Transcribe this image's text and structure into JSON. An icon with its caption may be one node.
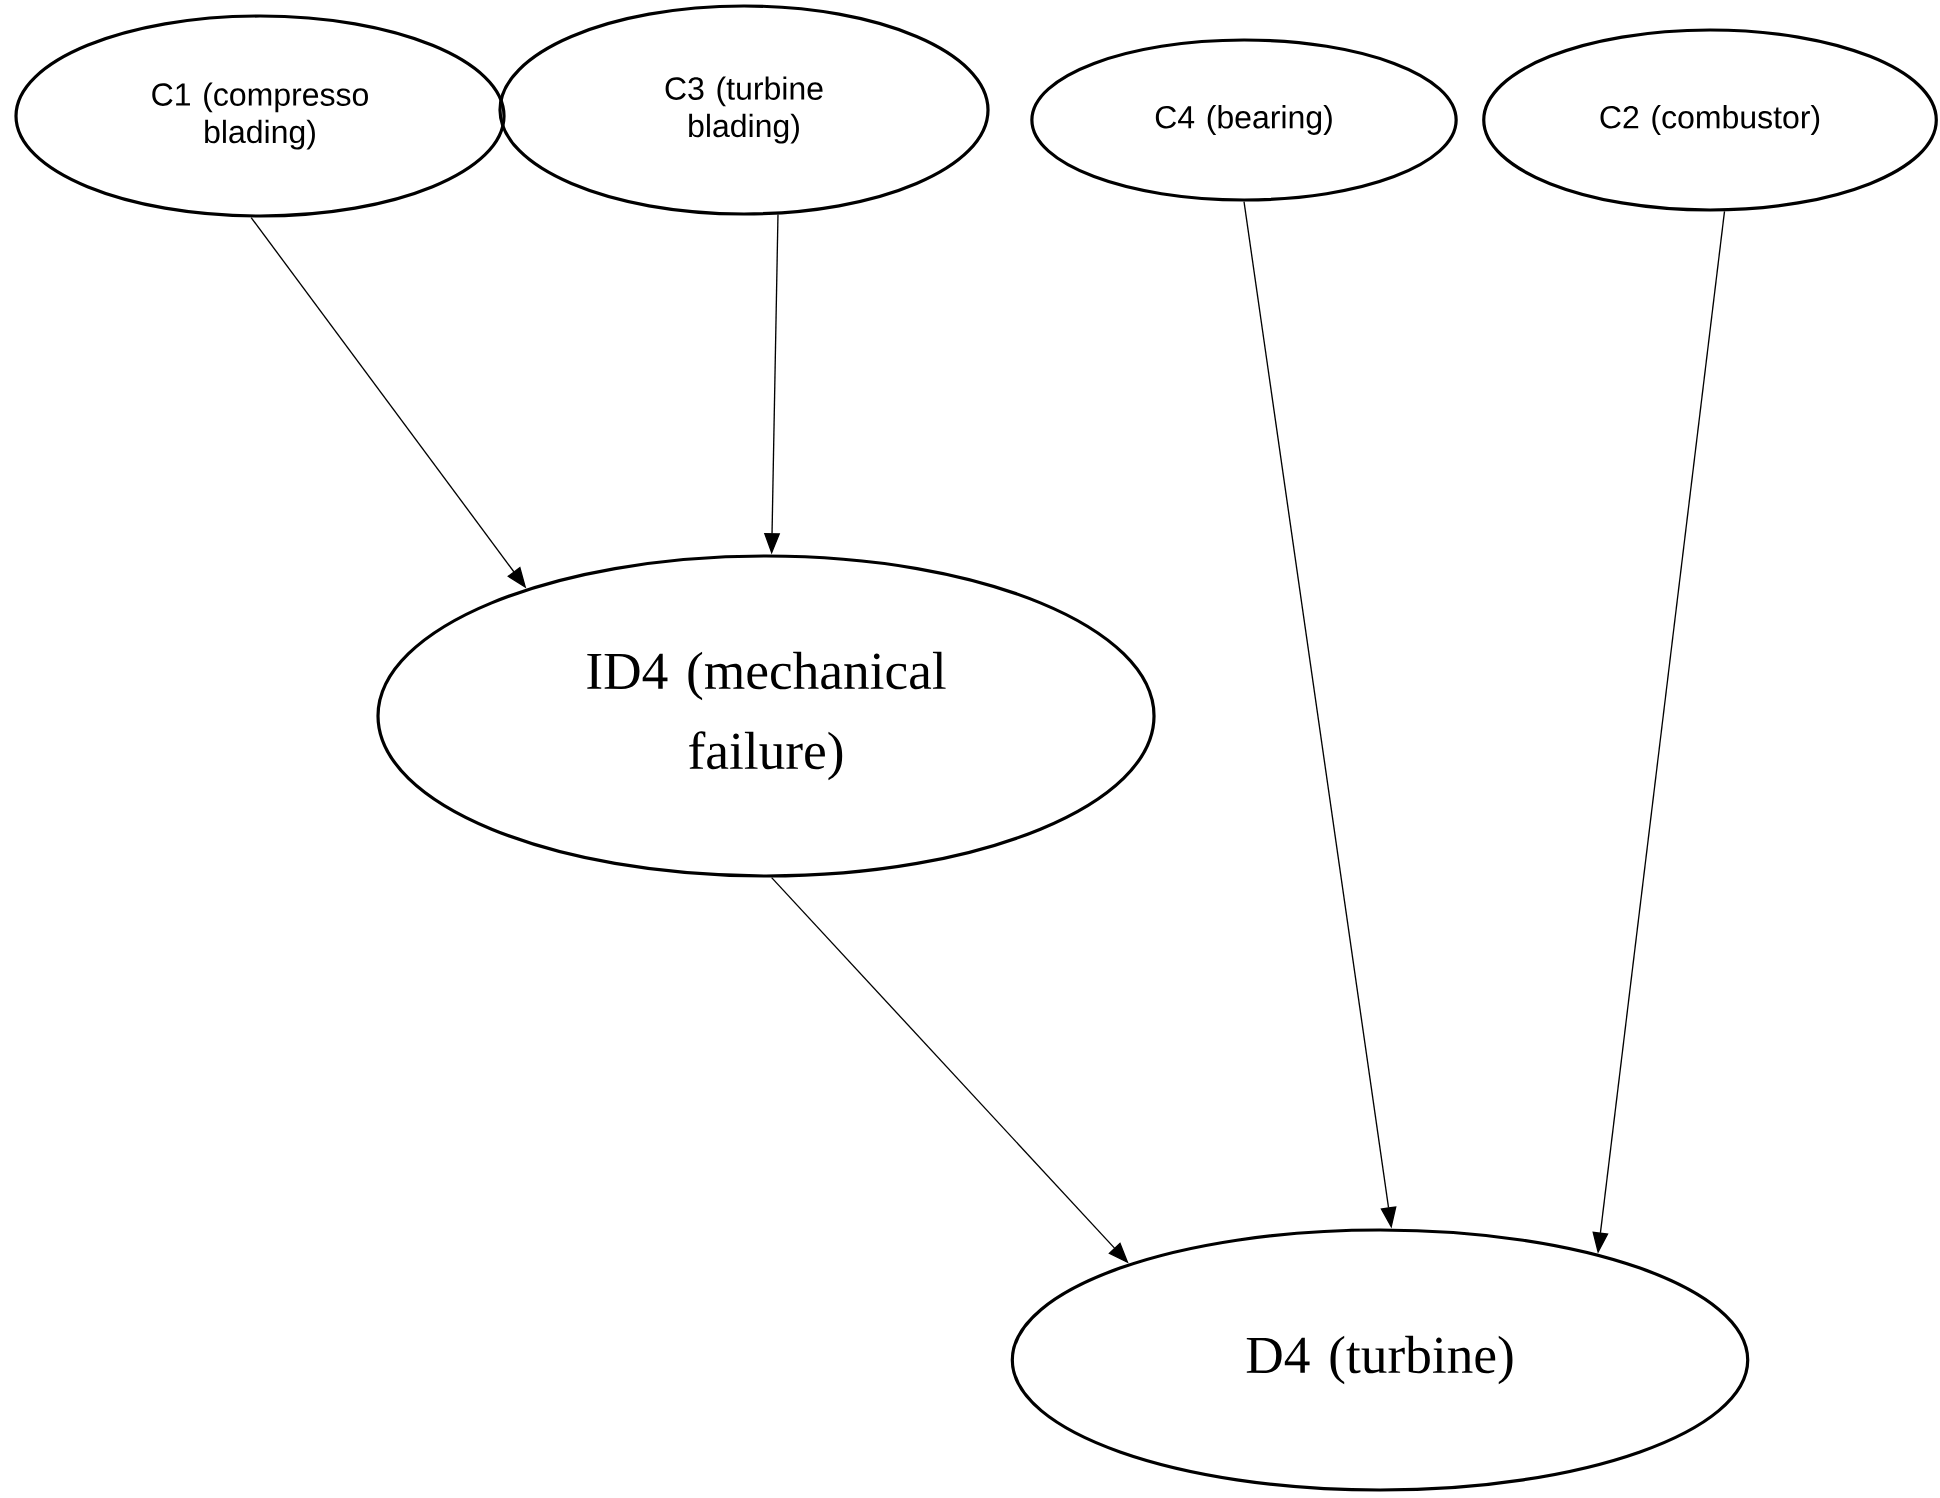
{
  "diagram": {
    "nodes": [
      {
        "text": [
          "C1 (compresso blading)"
        ]
      },
      {
        "text": [
          "C3 (turbine blading)"
        ]
      },
      {
        "text": [
          "C4 (bearing)"
        ]
      },
      {
        "text": [
          "C2 (combustor)"
        ]
      },
      {
        "text": [
          "ID4 (mechanical failure)"
        ]
      },
      {
        "text": [
          "D4 (turbine)"
        ]
      }
    ],
    "edges": [
      {
        "from": 0,
        "to": 4,
        "arrow": "to"
      },
      {
        "from": 1,
        "to": 4,
        "arrow": "to"
      },
      {
        "from": 2,
        "to": 5,
        "arrow": "to"
      },
      {
        "from": 3,
        "to": 5,
        "arrow": "to"
      },
      {
        "from": 4,
        "to": 5,
        "arrow": "to"
      }
    ]
  }
}
